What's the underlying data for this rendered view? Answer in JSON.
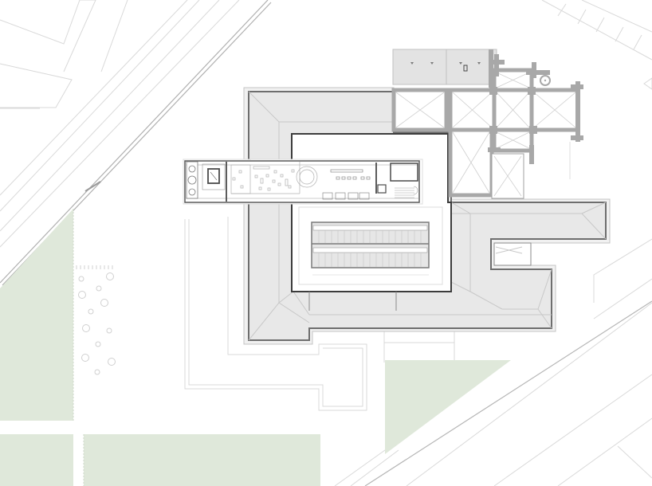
{
  "drawing": {
    "type": "architectural site plan / roof plan",
    "description": "Top-down plan of a building complex: grey hipped-roof U-shaped wing wrapping an open courtyard, a gothic vaulted chapel at the north-east, a long glazed bridge/gallery crossing the courtyard, and landscaped green lawn areas to the south-west.",
    "colors": {
      "background": "#ffffff",
      "roof_fill": "#e8e8e8",
      "roof_edge": "#6e6e6e",
      "wall_fill": "#a8a8a8",
      "vault_lines": "#c8c8c8",
      "site_lines": "#d6d6d6",
      "lawn": "#dfe8da",
      "stair_lines": "#9a9a9a"
    },
    "elements": [
      {
        "name": "roof-wing",
        "label": "Hipped roof wing"
      },
      {
        "name": "courtyard",
        "label": "Courtyard"
      },
      {
        "name": "gallery-bridge",
        "label": "Gallery / bridge"
      },
      {
        "name": "chapel",
        "label": "Vaulted chapel"
      },
      {
        "name": "skylight-block",
        "label": "Ribbed skylight roof"
      },
      {
        "name": "lawn-west",
        "label": "Lawn"
      },
      {
        "name": "lawn-south",
        "label": "Lawn"
      },
      {
        "name": "lawn-triangle",
        "label": "Lawn"
      },
      {
        "name": "road",
        "label": "Diagonal road"
      }
    ]
  }
}
